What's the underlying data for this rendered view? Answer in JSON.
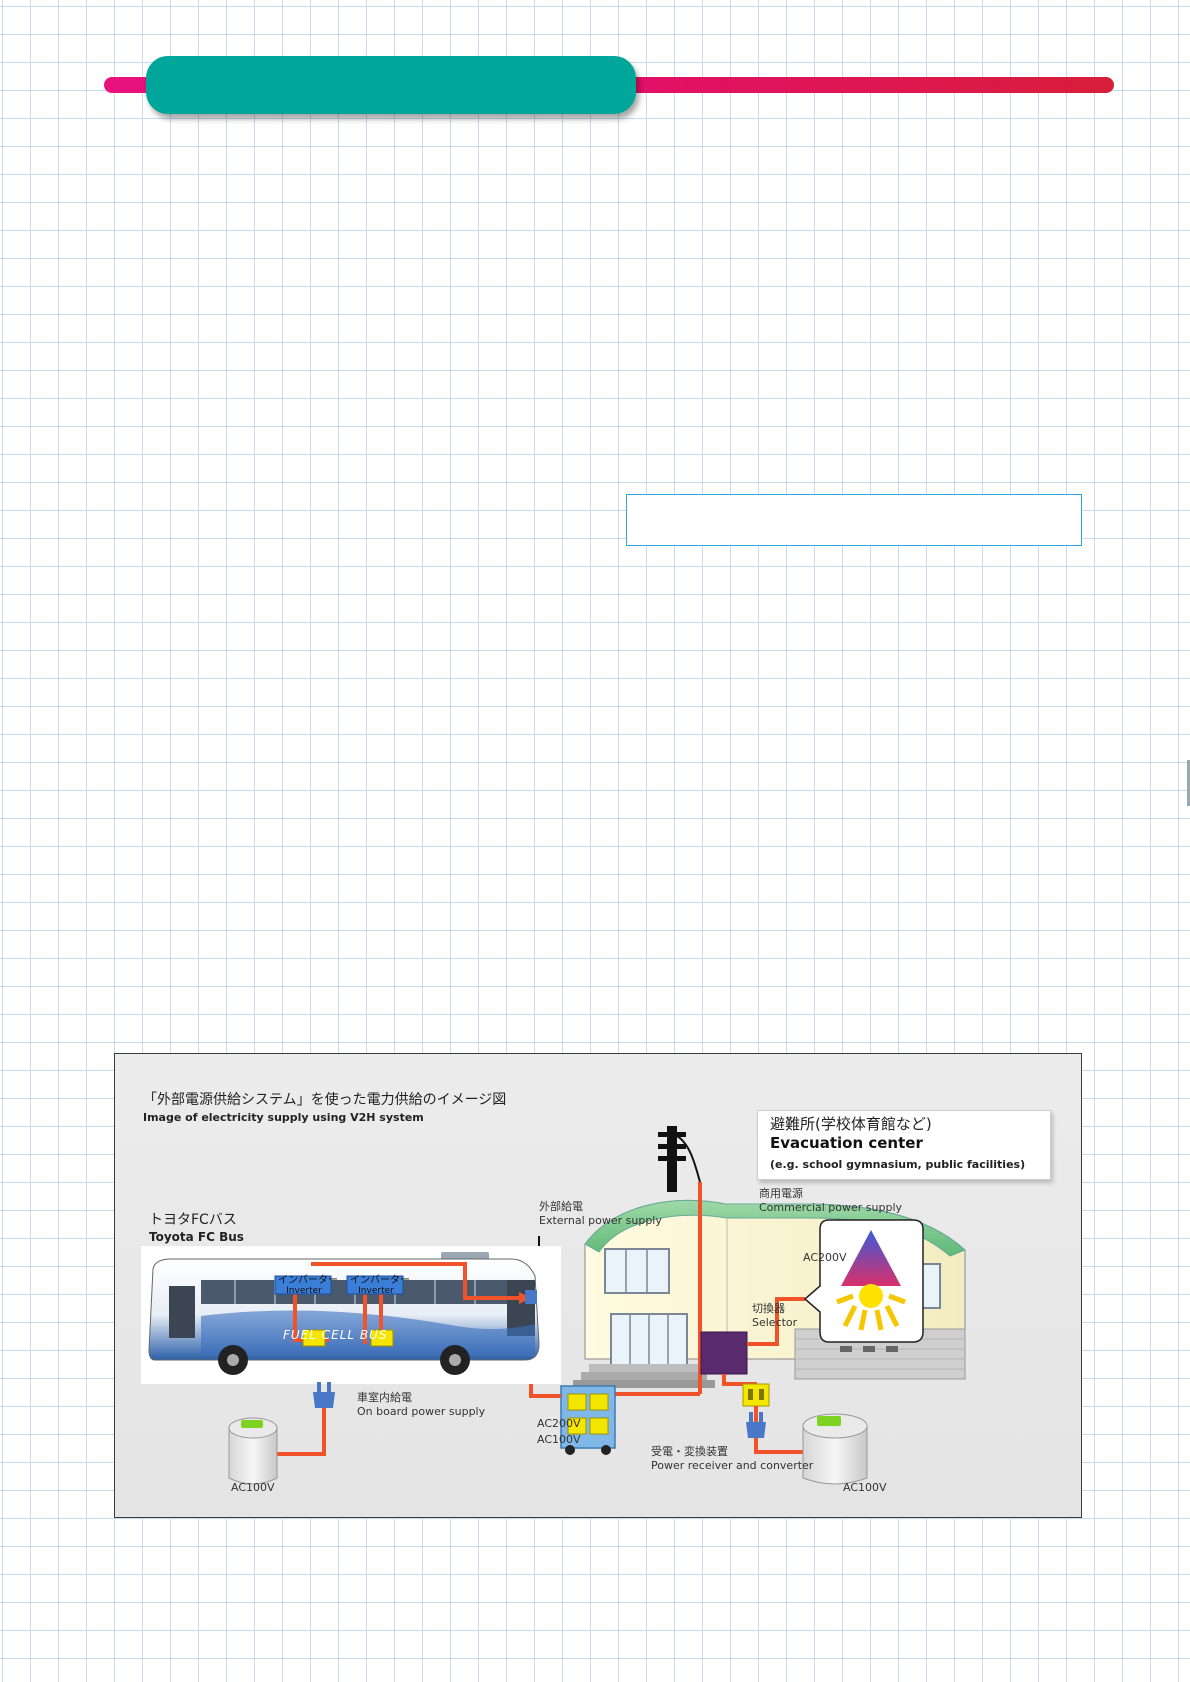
{
  "diagram": {
    "title_jp": "「外部電源供給システム」を使った電力供給のイメージ図",
    "title_en": "Image of electricity supply using V2H system",
    "bus_label_jp": "トヨタFCバス",
    "bus_label_en": "Toyota FC Bus",
    "inverter_jp": "インバーター",
    "inverter_en": "Inverter",
    "bus_logo_text": "FUEL CELL BUS",
    "external_supply_jp": "外部給電",
    "external_supply_en": "External power supply",
    "onboard_jp": "車室内給電",
    "onboard_en": "On board power supply",
    "ac100v_left": "AC100V",
    "ac200v": "AC200V",
    "ac100v": "AC100V",
    "converter_jp": "受電・変換装置",
    "converter_en": "Power receiver and converter",
    "ac100v_right": "AC100V",
    "selector_jp": "切換器",
    "selector_en": "Selector",
    "building_ac200v": "AC200V",
    "commercial_jp": "商用電源",
    "commercial_en": "Commercial power supply",
    "evac_jp": "避難所(学校体育館など)",
    "evac_en": "Evacuation center",
    "evac_example": "(e.g. school gymnasium, public facilities)"
  },
  "colors": {
    "accent_teal": "#00a69a",
    "accent_magenta": "#e8127f",
    "accent_red": "#d81e3a",
    "cable_orange": "#f0522a",
    "caption_border": "#2fa7e0",
    "selector_purple": "#5a2a6e",
    "outlet_yellow": "#f5e600"
  }
}
